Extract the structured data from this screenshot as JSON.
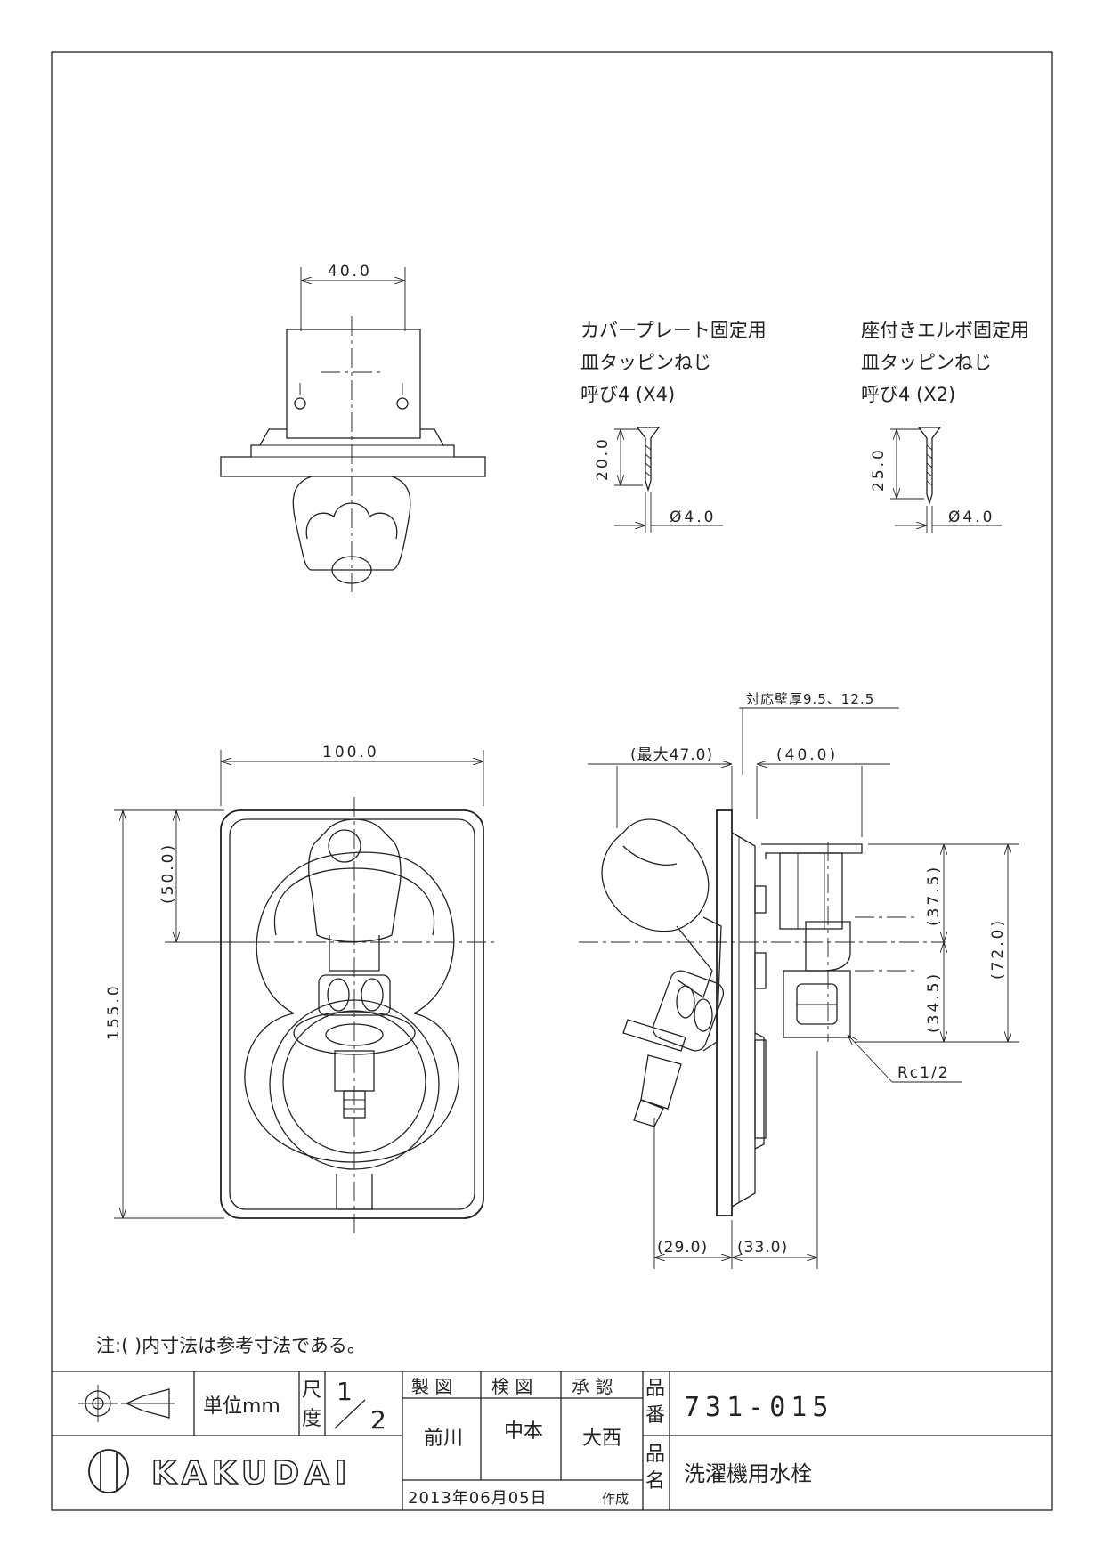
{
  "dimensions": {
    "top_width": "40.0",
    "front_width": "100.0",
    "front_height": "155.0",
    "front_offset": "(50.0)",
    "wall_thickness": "対応壁厚9.5、12.5",
    "max_depth": "(最大47.0)",
    "elbow_depth": "(40.0)",
    "upper_height": "(37.5)",
    "lower_height": "(34.5)",
    "total_height": "(72.0)",
    "thread": "Rc1/2",
    "bottom_left": "(29.0)",
    "bottom_right": "(33.0)"
  },
  "screws": [
    {
      "lines": [
        "カバープレート固定用",
        "皿タッピンねじ",
        "呼び4 (X4)"
      ],
      "length": "20.0",
      "diameter": "Ø4.0"
    },
    {
      "lines": [
        "座付きエルボ固定用",
        "皿タッピンねじ",
        "呼び4 (X2)"
      ],
      "length": "25.0",
      "diameter": "Ø4.0"
    }
  ],
  "note": "注:( )内寸法は参考寸法である。",
  "title_block": {
    "unit": "単位mm",
    "scale_label_1": "尺",
    "scale_label_2": "度",
    "scale_num": "1",
    "scale_den": "2",
    "drawn_label": "製 図",
    "checked_label": "検 図",
    "approved_label": "承 認",
    "drawn_by": "前川",
    "checked_by": "中本",
    "approved_by": "大西",
    "part_no_label_1": "品",
    "part_no_label_2": "番",
    "part_number": "731-015",
    "name_label_1": "品",
    "name_label_2": "名",
    "product_name": "洗濯機用水栓",
    "date": "2013年06月05日",
    "date_suffix": "作成",
    "company": "KAKUDAI"
  }
}
